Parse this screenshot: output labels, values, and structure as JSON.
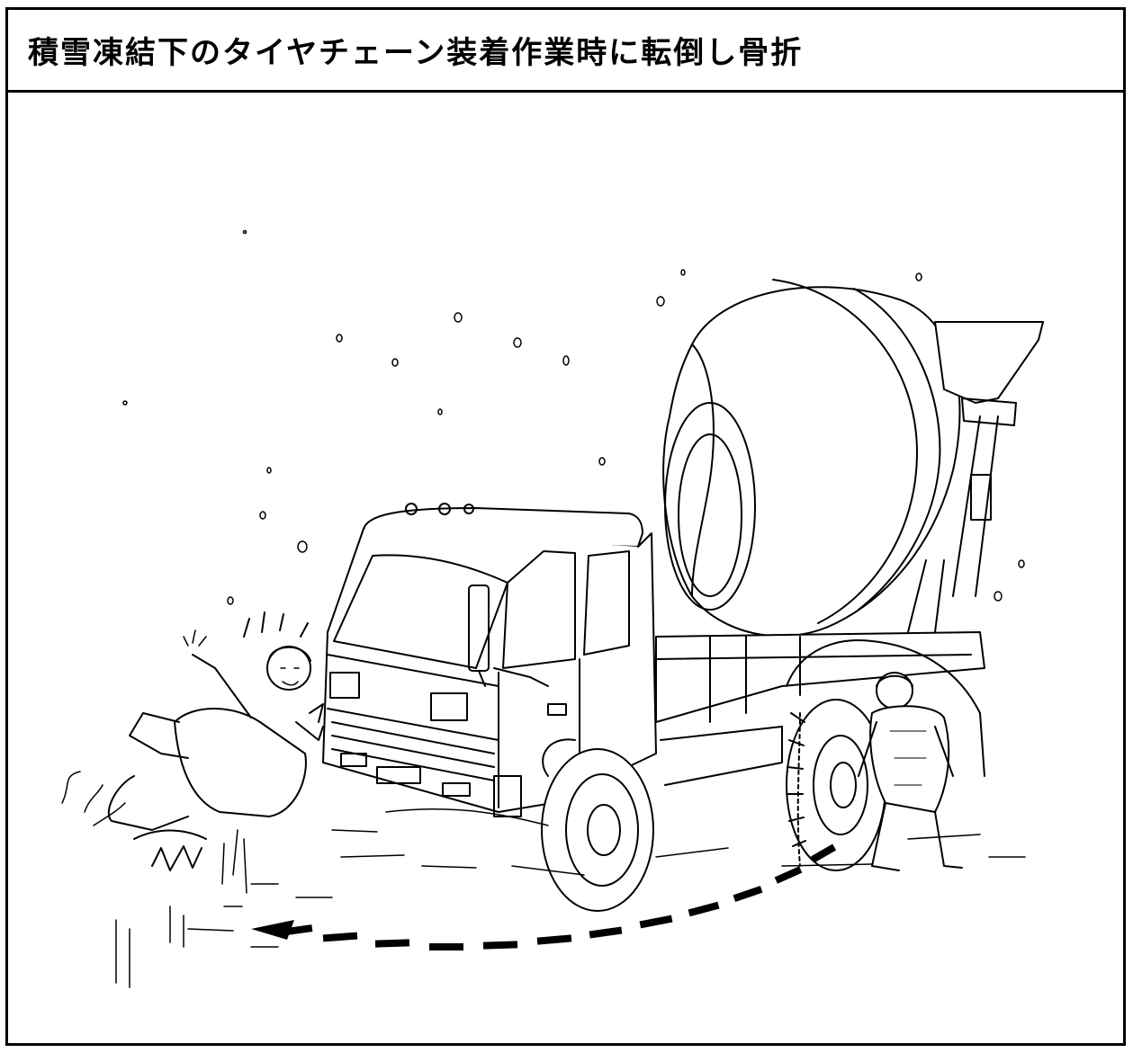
{
  "title": "積雪凍結下のタイヤチェーン装着作業時に転倒し骨折",
  "colors": {
    "ink": "#000000",
    "paper": "#ffffff",
    "shade": "#d9d9d9"
  },
  "scene": {
    "subjects": [
      "mixer-truck",
      "fallen-worker",
      "kneeling-worker",
      "tire-chain",
      "motion-arrow",
      "snowflakes"
    ]
  }
}
